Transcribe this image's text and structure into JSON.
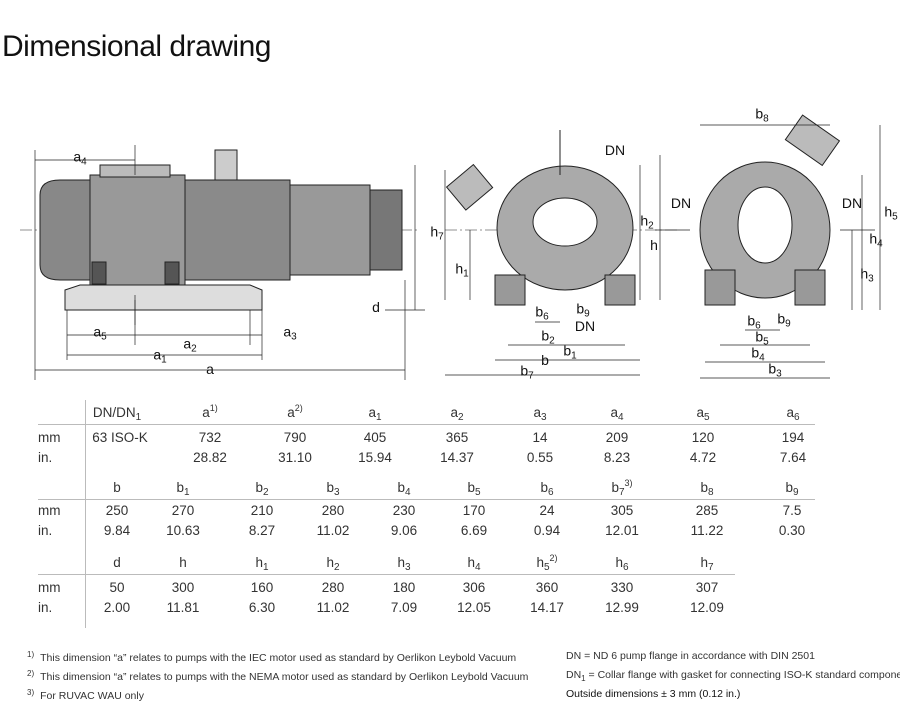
{
  "title": "Dimensional drawing",
  "drawing_labels": {
    "side": {
      "a4": {
        "b": "a",
        "s": "4"
      },
      "a5": {
        "b": "a",
        "s": "5"
      },
      "a2": {
        "b": "a",
        "s": "2"
      },
      "a3": {
        "b": "a",
        "s": "3"
      },
      "a1": {
        "b": "a",
        "s": "1"
      },
      "a": {
        "b": "a",
        "s": ""
      },
      "d": {
        "b": "d",
        "s": ""
      }
    },
    "front": {
      "dn_top": {
        "b": "DN",
        "s": ""
      },
      "h7": {
        "b": "h",
        "s": "7"
      },
      "h2": {
        "b": "h",
        "s": "2"
      },
      "h1": {
        "b": "h",
        "s": "1"
      },
      "h": {
        "b": "h",
        "s": ""
      },
      "b6": {
        "b": "b",
        "s": "6"
      },
      "b9": {
        "b": "b",
        "s": "9"
      },
      "dn_bottom": {
        "b": "DN",
        "s": ""
      },
      "b2": {
        "b": "b",
        "s": "2"
      },
      "b1": {
        "b": "b",
        "s": "1"
      },
      "b": {
        "b": "b",
        "s": ""
      },
      "b7": {
        "b": "b",
        "s": "7"
      }
    },
    "rear": {
      "b8": {
        "b": "b",
        "s": "8"
      },
      "dn_left": {
        "b": "DN",
        "s": ""
      },
      "dn_right": {
        "b": "DN",
        "s": ""
      },
      "h5": {
        "b": "h",
        "s": "5"
      },
      "h4": {
        "b": "h",
        "s": "4"
      },
      "h3": {
        "b": "h",
        "s": "3"
      },
      "b6": {
        "b": "b",
        "s": "6"
      },
      "b9": {
        "b": "b",
        "s": "9"
      },
      "b5": {
        "b": "b",
        "s": "5"
      },
      "b4": {
        "b": "b",
        "s": "4"
      },
      "b3": {
        "b": "b",
        "s": "3"
      }
    }
  },
  "table": {
    "unit_mm": "mm",
    "unit_in": "in.",
    "sections": [
      {
        "headers": [
          {
            "b": "DN/DN",
            "s": "1",
            "p": ""
          },
          {
            "b": "a",
            "s": "",
            "p": "1)"
          },
          {
            "b": "a",
            "s": "",
            "p": "2)"
          },
          {
            "b": "a",
            "s": "1",
            "p": ""
          },
          {
            "b": "a",
            "s": "2",
            "p": ""
          },
          {
            "b": "a",
            "s": "3",
            "p": ""
          },
          {
            "b": "a",
            "s": "4",
            "p": ""
          },
          {
            "b": "a",
            "s": "5",
            "p": ""
          },
          {
            "b": "a",
            "s": "6",
            "p": ""
          }
        ],
        "mm": [
          "63 ISO-K",
          "732",
          "790",
          "405",
          "365",
          "14",
          "209",
          "120",
          "194"
        ],
        "in": [
          "",
          "28.82",
          "31.10",
          "15.94",
          "14.37",
          "0.55",
          "8.23",
          "4.72",
          "7.64"
        ]
      },
      {
        "headers": [
          {
            "b": "b",
            "s": "",
            "p": ""
          },
          {
            "b": "b",
            "s": "1",
            "p": ""
          },
          {
            "b": "b",
            "s": "2",
            "p": ""
          },
          {
            "b": "b",
            "s": "3",
            "p": ""
          },
          {
            "b": "b",
            "s": "4",
            "p": ""
          },
          {
            "b": "b",
            "s": "5",
            "p": ""
          },
          {
            "b": "b",
            "s": "6",
            "p": ""
          },
          {
            "b": "b",
            "s": "7",
            "p": "3)"
          },
          {
            "b": "b",
            "s": "8",
            "p": ""
          },
          {
            "b": "b",
            "s": "9",
            "p": ""
          }
        ],
        "mm": [
          "250",
          "270",
          "210",
          "280",
          "230",
          "170",
          "24",
          "305",
          "285",
          "7.5"
        ],
        "in": [
          "9.84",
          "10.63",
          "8.27",
          "11.02",
          "9.06",
          "6.69",
          "0.94",
          "12.01",
          "11.22",
          "0.30"
        ]
      },
      {
        "headers": [
          {
            "b": "d",
            "s": "",
            "p": ""
          },
          {
            "b": "h",
            "s": "",
            "p": ""
          },
          {
            "b": "h",
            "s": "1",
            "p": ""
          },
          {
            "b": "h",
            "s": "2",
            "p": ""
          },
          {
            "b": "h",
            "s": "3",
            "p": ""
          },
          {
            "b": "h",
            "s": "4",
            "p": ""
          },
          {
            "b": "h",
            "s": "5",
            "p": "2)"
          },
          {
            "b": "h",
            "s": "6",
            "p": ""
          },
          {
            "b": "h",
            "s": "7",
            "p": ""
          }
        ],
        "mm": [
          "50",
          "300",
          "160",
          "280",
          "180",
          "306",
          "360",
          "330",
          "307"
        ],
        "in": [
          "2.00",
          "11.81",
          "6.30",
          "11.02",
          "7.09",
          "12.05",
          "14.17",
          "12.99",
          "12.09"
        ]
      }
    ]
  },
  "footnotes": [
    {
      "mark": "1)",
      "text": "This dimension “a” relates to pumps with the IEC motor used as standard by Oerlikon Leybold Vacuum"
    },
    {
      "mark": "2)",
      "text": "This dimension “a” relates to pumps with the NEMA motor used as standard by Oerlikon Leybold Vacuum"
    },
    {
      "mark": "3)",
      "text": "For RUVAC WAU only"
    }
  ],
  "legend": {
    "dn": {
      "term": "DN",
      "text": " = ND 6 pump flange in accordance with DIN 2501"
    },
    "dn1": {
      "term": "DN",
      "sub": "1",
      "text": " = Collar flange with gasket for connecting ISO-K standard components"
    },
    "tolerance": "Outside dimensions ± 3 mm (0.12 in.)"
  }
}
